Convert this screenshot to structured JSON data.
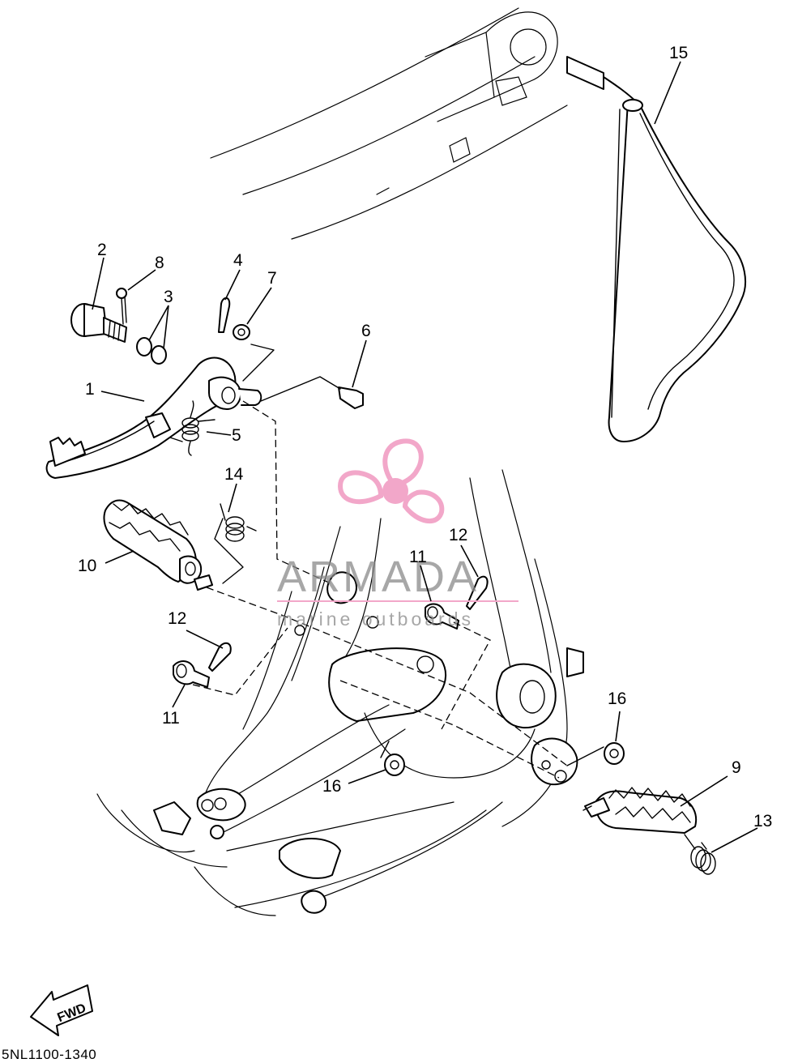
{
  "diagram": {
    "callouts": [
      {
        "id": "c1",
        "label": "1"
      },
      {
        "id": "c2",
        "label": "2"
      },
      {
        "id": "c3",
        "label": "3"
      },
      {
        "id": "c4",
        "label": "4"
      },
      {
        "id": "c5",
        "label": "5"
      },
      {
        "id": "c6",
        "label": "6"
      },
      {
        "id": "c7",
        "label": "7"
      },
      {
        "id": "c8",
        "label": "8"
      },
      {
        "id": "c9",
        "label": "9"
      },
      {
        "id": "c10",
        "label": "10"
      },
      {
        "id": "c11a",
        "label": "11"
      },
      {
        "id": "c11b",
        "label": "11"
      },
      {
        "id": "c12a",
        "label": "12"
      },
      {
        "id": "c12b",
        "label": "12"
      },
      {
        "id": "c13",
        "label": "13"
      },
      {
        "id": "c14",
        "label": "14"
      },
      {
        "id": "c15",
        "label": "15"
      },
      {
        "id": "c16a",
        "label": "16"
      },
      {
        "id": "c16b",
        "label": "16"
      }
    ],
    "fwd_label": "FWD",
    "diagram_code": "5NL1100-1340"
  },
  "watermark": {
    "brand": "ARMADA",
    "subtitle": "marine outboards",
    "color_pink": "#f2a7c9",
    "color_gray": "#8a8a8a"
  }
}
